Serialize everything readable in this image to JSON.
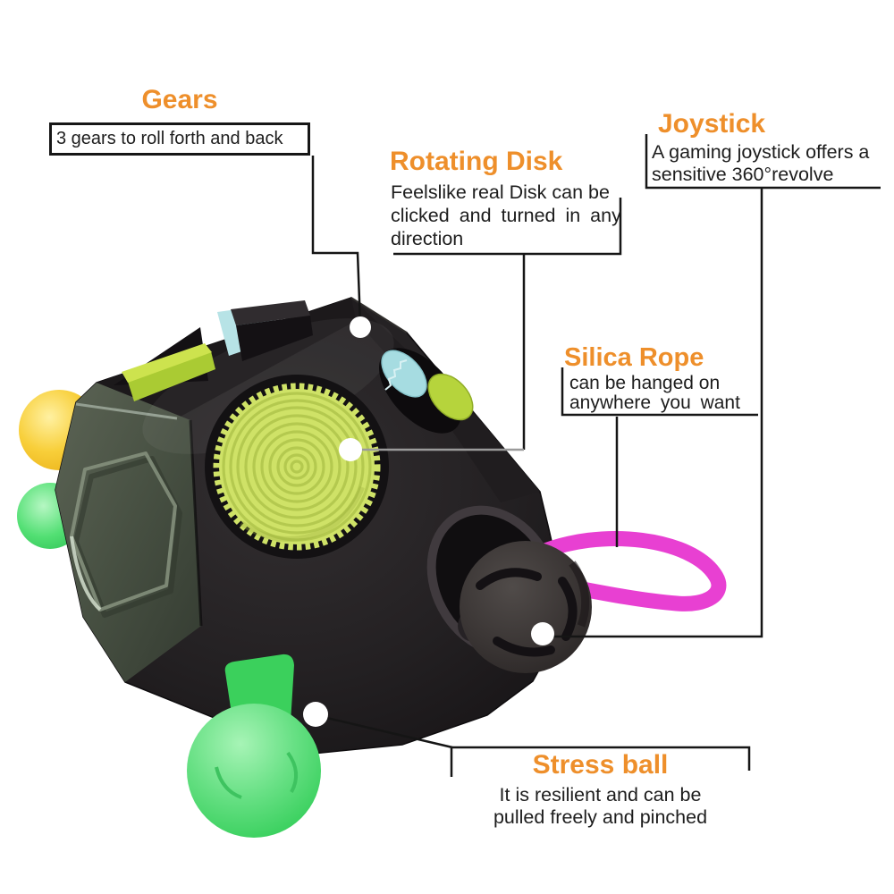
{
  "annotations": {
    "gears": {
      "title": "Gears",
      "lines": [
        "3 gears to roll forth and back"
      ]
    },
    "rotating_disk": {
      "title": "Rotating Disk",
      "lines": [
        "Feelslike real Disk can be",
        "clicked and turned in any",
        "direction"
      ]
    },
    "joystick": {
      "title": "Joystick",
      "lines": [
        "A gaming joystick offers a",
        "sensitive 360°revolve"
      ]
    },
    "silica_rope": {
      "title": "Silica Rope",
      "lines": [
        "can be hanged on",
        "anywhere you want"
      ]
    },
    "stress_ball": {
      "title": "Stress ball",
      "lines": [
        "It is resilient and can be",
        "pulled freely and pinched"
      ]
    }
  },
  "figure": {
    "accent_orange": "#ee8f2b",
    "body_black": "#221f21",
    "left_face_green_gray": "#4a5244",
    "disk_yellow_green": "#cfe267",
    "yellow_ball": "#f6c52e",
    "green_ball": "#57da74",
    "rope_magenta": "#e840d2",
    "cyan_gear": "#a6dce1",
    "green_gear": "#b6d43c",
    "joystick_gray": "#3c3737",
    "leader_line": "#151515"
  }
}
